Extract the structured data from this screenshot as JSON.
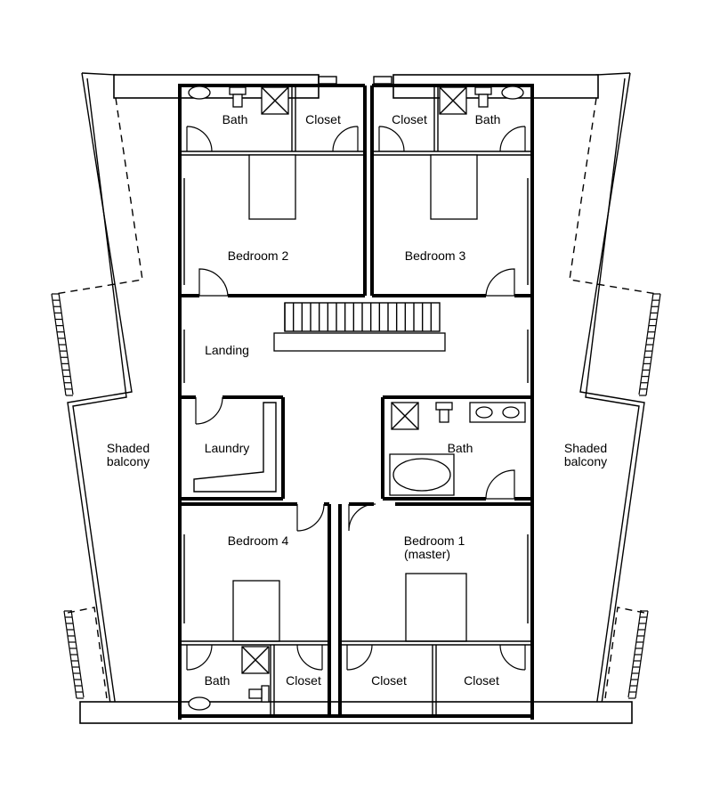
{
  "rooms": {
    "bath_top_left": "Bath",
    "closet_top_left": "Closet",
    "closet_top_right": "Closet",
    "bath_top_right": "Bath",
    "bedroom_2": "Bedroom 2",
    "bedroom_3": "Bedroom 3",
    "landing": "Landing",
    "laundry": "Laundry",
    "bath_master": "Bath",
    "bedroom_4": "Bedroom 4",
    "bedroom_1": "Bedroom 1",
    "bedroom_1_note": "(master)",
    "bath_bottom_left": "Bath",
    "closet_bottom_mid": "Closet",
    "closet_bottom_1": "Closet",
    "closet_bottom_2": "Closet",
    "balcony_left_1": "Shaded",
    "balcony_left_2": "balcony",
    "balcony_right_1": "Shaded",
    "balcony_right_2": "balcony"
  }
}
